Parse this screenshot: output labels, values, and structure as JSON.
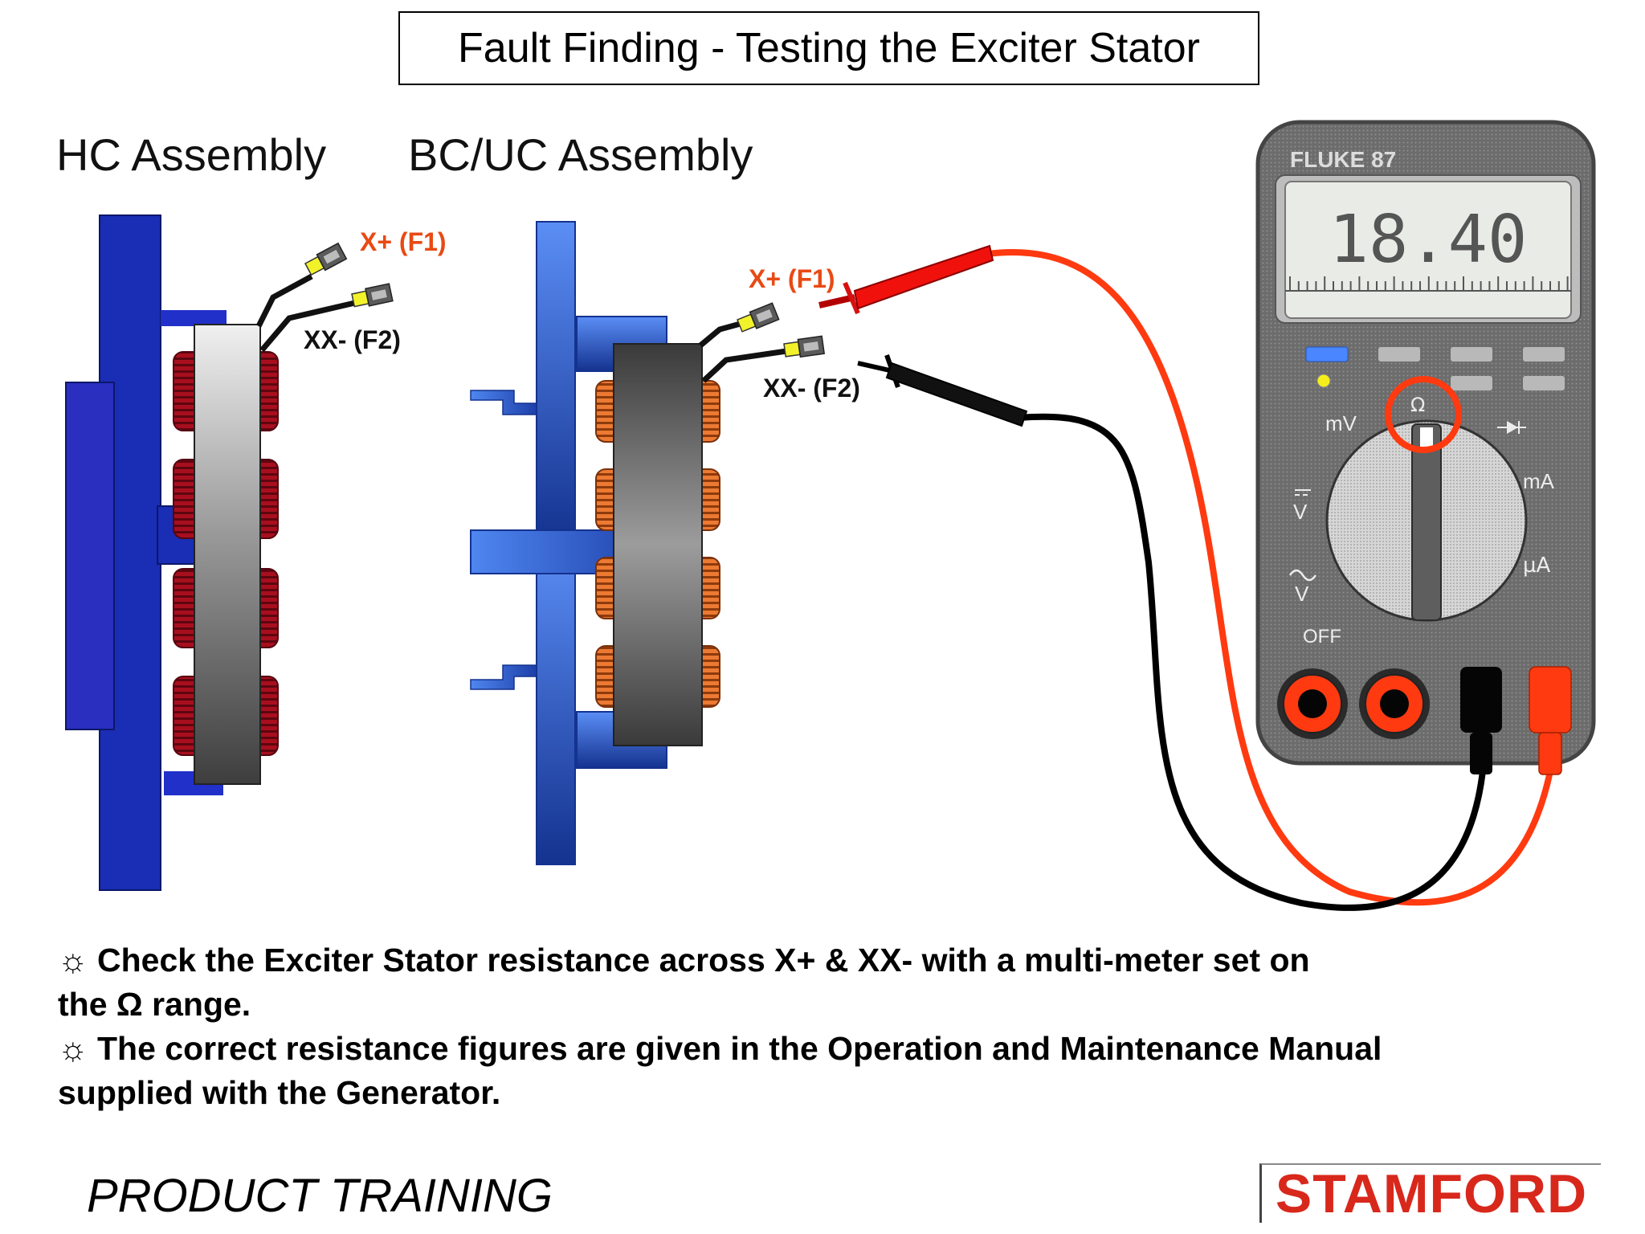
{
  "title": "Fault Finding - Testing the Exciter Stator",
  "assemblies": {
    "hc_heading": "HC Assembly",
    "bcuc_heading": "BC/UC Assembly"
  },
  "terminals": {
    "hc_pos": "X+ (F1)",
    "hc_neg": "XX- (F2)",
    "bc_pos": "X+ (F1)",
    "bc_neg": "XX- (F2)"
  },
  "meter": {
    "brand": "FLUKE 87",
    "reading": "18.40",
    "labels": {
      "mv": "mV",
      "ohm": "Ω",
      "ma": "mA",
      "ua": "µA",
      "vdc": "V",
      "vac": "V",
      "off": "OFF"
    }
  },
  "bullets": [
    {
      "icon": "☼",
      "text": "Check the Exciter Stator resistance across X+ & XX- with a multi-meter set on"
    },
    {
      "icon": "",
      "text": "the Ω range."
    },
    {
      "icon": "☼",
      "text": "The correct resistance figures are given in the Operation and Maintenance Manual"
    },
    {
      "icon": "",
      "text": "supplied with the Generator."
    }
  ],
  "footer": {
    "product_training": "PRODUCT TRAINING",
    "logo": "STAMFORD"
  },
  "colors": {
    "positive_lead": "#ff3a10",
    "negative_lead": "#000000",
    "stator_coil_hc": "#a80f1e",
    "stator_coil_bc": "#e8702a",
    "frame_hc": "#1a2db5",
    "frame_bc": "#3d6fe0",
    "logo": "#d8281c"
  }
}
